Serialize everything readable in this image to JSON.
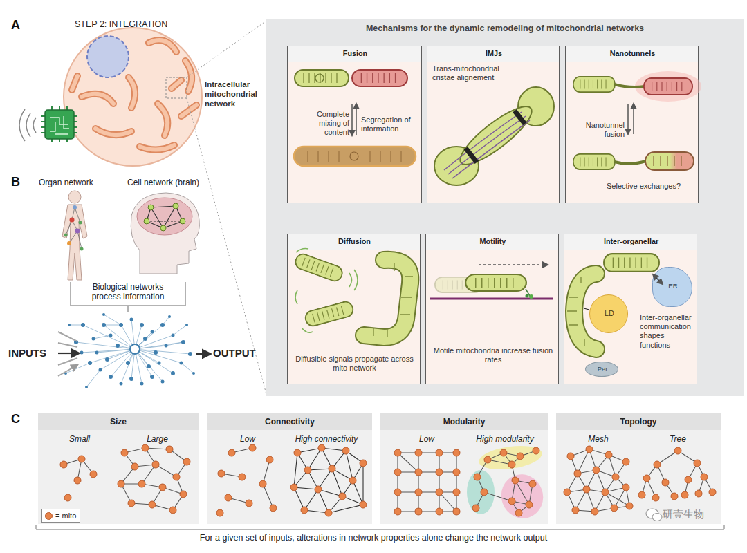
{
  "diagram": {
    "caption": "For a given set of inputs, alterations in network properties alone change the network output",
    "nodes": [
      {
        "text": [
          "Mechanisms for the dynamic remodeling of mitochondrial networks"
        ]
      },
      {
        "text": [
          "Fusion",
          "Complete mixing of content",
          "Segregation of information"
        ],
        "in": 0
      },
      {
        "text": [
          "IMJs",
          "Trans-mitochondrial cristae alignement"
        ],
        "in": 0
      },
      {
        "text": [
          "Nanotunnels",
          "Nanotunnel fusion",
          "Selective exchanges?"
        ],
        "in": 0
      },
      {
        "text": [
          "Diffusion",
          "Diffusible signals propagate across mito network"
        ],
        "in": 0
      },
      {
        "text": [
          "Motility",
          "Motile mitochondria increase fusion rates"
        ],
        "in": 0
      },
      {
        "text": [
          "Inter-organellar",
          "Inter-organellar communication shapes functions"
        ],
        "in": 0
      },
      {
        "text": [
          "ER"
        ],
        "in": 6
      },
      {
        "text": [
          "LD"
        ],
        "in": 6
      },
      {
        "text": [
          "Per"
        ],
        "in": 6
      },
      {
        "text": [
          "Size",
          "Small",
          "Large"
        ]
      },
      {
        "text": [
          "Connectivity",
          "Low",
          "High connectivity"
        ]
      },
      {
        "text": [
          "Modularity",
          "Low",
          "High modularity"
        ]
      },
      {
        "text": [
          "Topology",
          "Mesh",
          "Tree"
        ]
      }
    ],
    "labels": [
      "A",
      "STEP 2: INTEGRATION",
      "Intracellular mitochondrial network",
      "B",
      "Organ network",
      "Cell network (brain)",
      "Biological networks process information",
      "INPUTS",
      "OUTPUT",
      "C",
      "研壹生物"
    ],
    "legend": [
      {
        "text": "= mito",
        "color": "#e8844a"
      }
    ]
  }
}
